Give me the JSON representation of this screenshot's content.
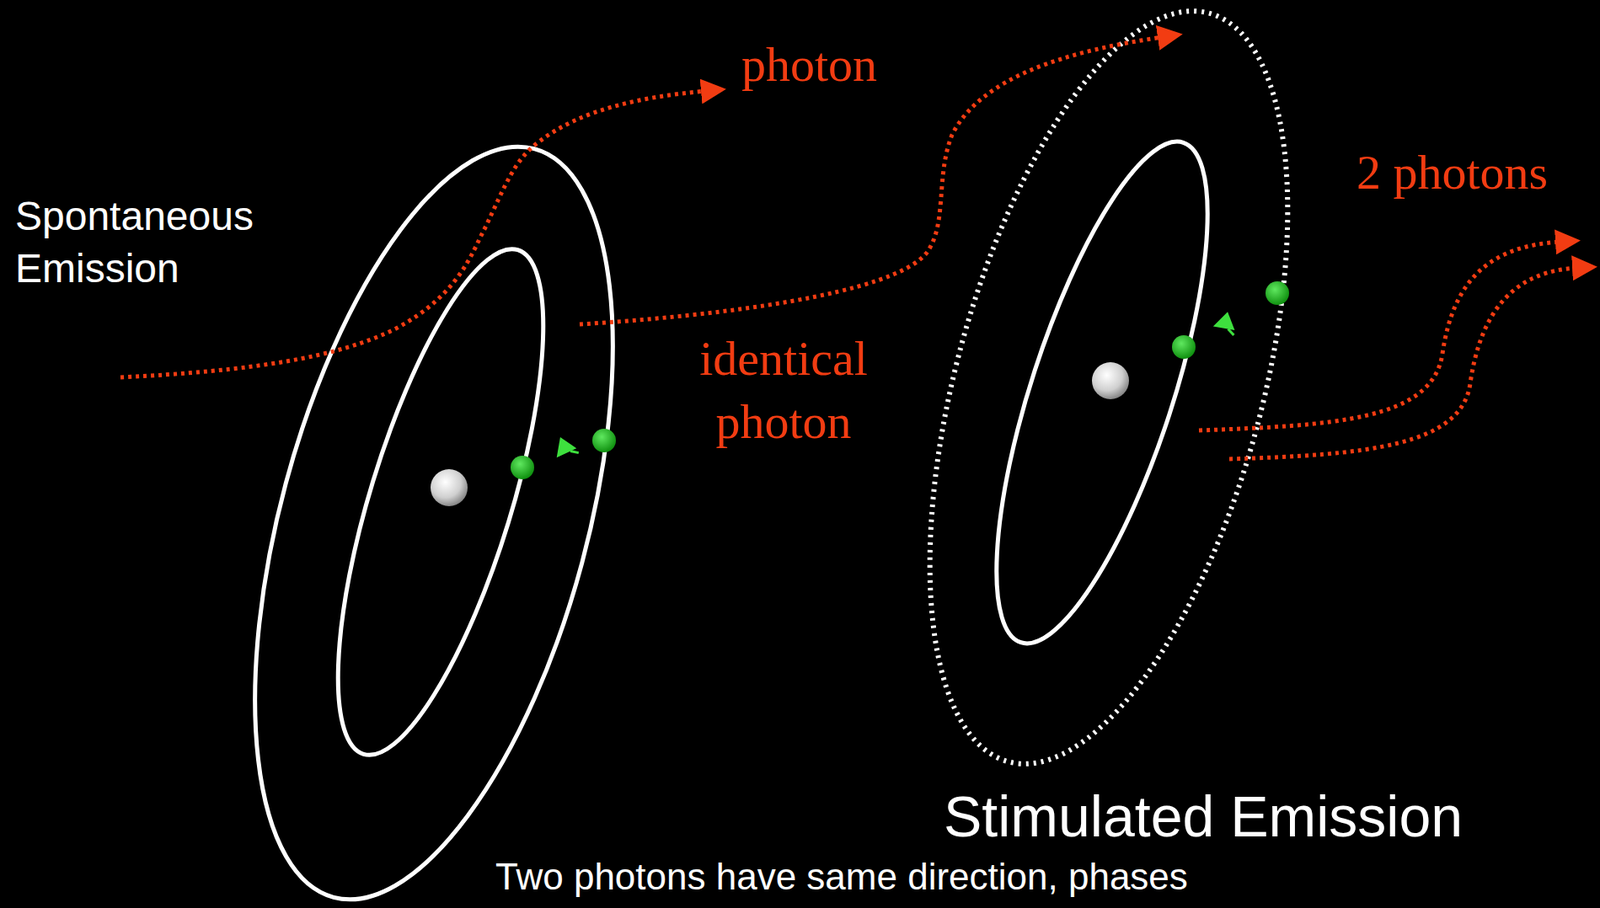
{
  "diagram": {
    "labels": [
      "Spontaneous Emission",
      "photon",
      "identical photon",
      "2 photons",
      "Stimulated Emission",
      "Two photons have same direction, phases"
    ]
  }
}
